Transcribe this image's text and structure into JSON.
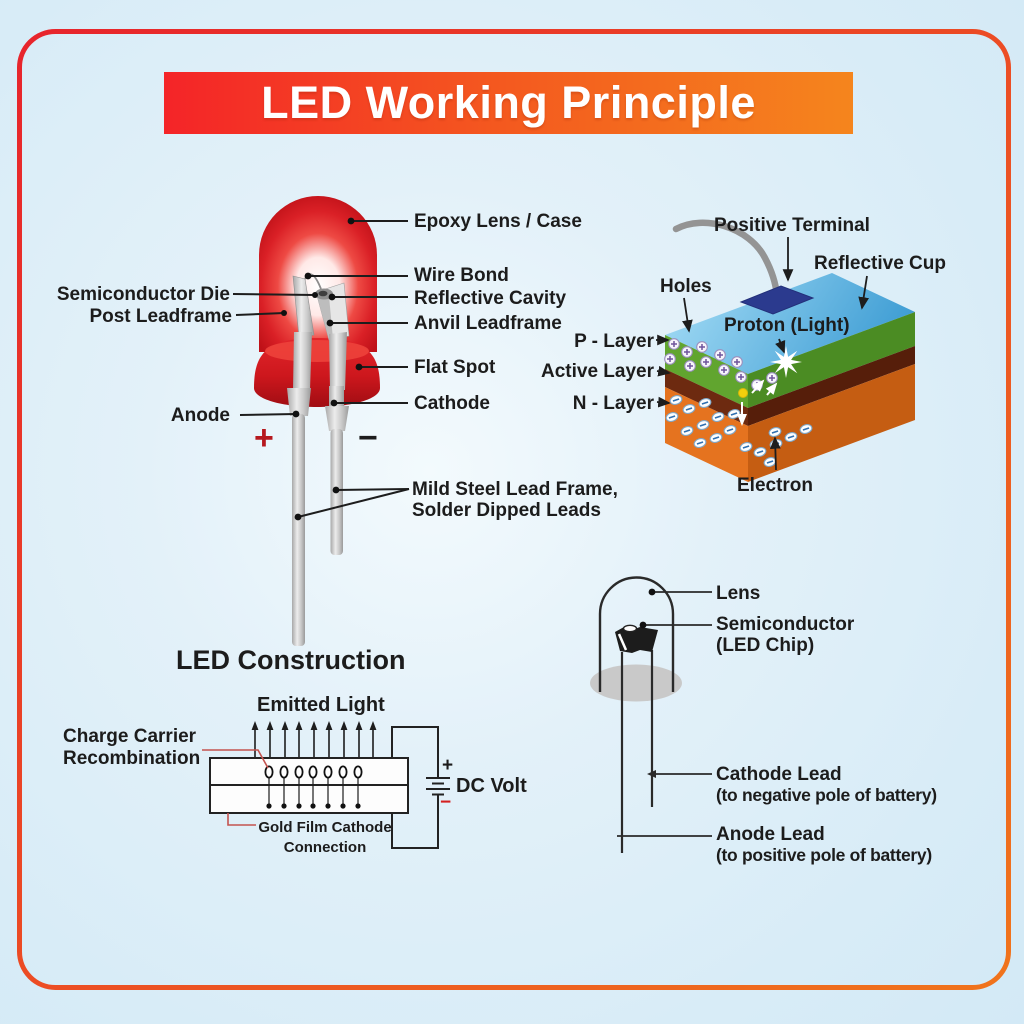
{
  "banner": {
    "title": "LED Working Principle"
  },
  "colors": {
    "border_red": "#e7242c",
    "border_orange": "#f0741c",
    "banner_red": "#f42428",
    "banner_orange": "#f5851d",
    "led_red": "#d9191f",
    "background_blue": "#d8ecf7",
    "p_layer_green": "#61a52f",
    "active_layer_brown": "#6d2a10",
    "n_layer_orange": "#e5731f",
    "reflective_cup_blue": "#4aa5da",
    "terminal_blue": "#2b3a8e"
  },
  "anatomy": {
    "epoxy": "Epoxy Lens / Case",
    "wire_bond": "Wire Bond",
    "reflective_cavity": "Reflective Cavity",
    "anvil": "Anvil Leadframe",
    "flat_spot": "Flat Spot",
    "cathode": "Cathode",
    "semiconductor_die": "Semiconductor Die",
    "post_leadframe": "Post Leadframe",
    "anode": "Anode",
    "plus": "+",
    "minus": "−",
    "lead_frame_line1": "Mild Steel Lead Frame,",
    "lead_frame_line2": "Solder Dipped Leads"
  },
  "junction": {
    "positive_terminal": "Positive Terminal",
    "reflective_cup": "Reflective Cup",
    "holes": "Holes",
    "proton": "Proton (Light)",
    "p_layer": "P - Layer",
    "active_layer": "Active Layer",
    "n_layer": "N - Layer",
    "electron": "Electron"
  },
  "construction": {
    "title": "LED Construction",
    "emitted_light": "Emitted Light",
    "charge_line1": "Charge Carrier",
    "charge_line2": "Recombination",
    "gold_line1": "Gold Film Cathode",
    "gold_line2": "Connection",
    "plus": "+",
    "minus": "−",
    "dc_volt": "DC Volt"
  },
  "schematic": {
    "lens": "Lens",
    "semi_line1": "Semiconductor",
    "semi_line2": "(LED Chip)",
    "cathode_line1": "Cathode Lead",
    "cathode_line2": "(to negative pole of battery)",
    "anode_line1": "Anode Lead",
    "anode_line2": "(to positive pole of battery)"
  }
}
